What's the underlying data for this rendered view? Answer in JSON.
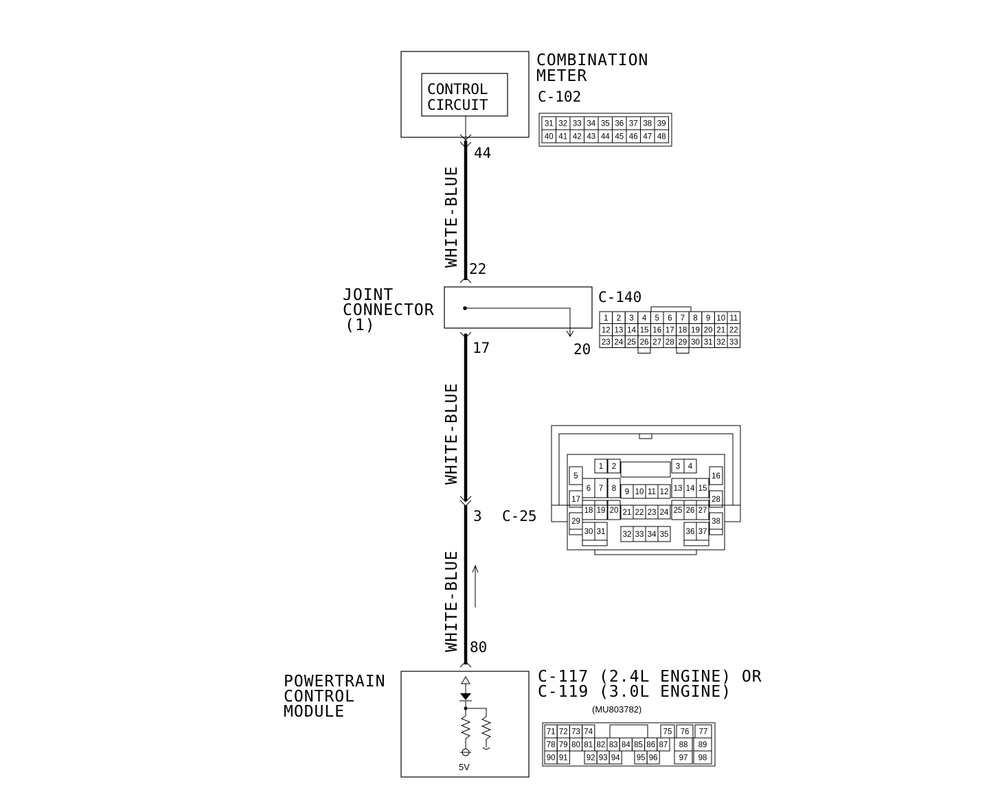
{
  "combination_meter": {
    "title_line1": "COMBINATION",
    "title_line2": "METER",
    "connector": "C-102",
    "inner_line1": "CONTROL",
    "inner_line2": "CIRCUIT",
    "pins_row1": [
      "31",
      "32",
      "33",
      "34",
      "35",
      "36",
      "37",
      "38",
      "39"
    ],
    "pins_row2": [
      "40",
      "41",
      "42",
      "43",
      "44",
      "45",
      "46",
      "47",
      "48"
    ]
  },
  "joint_connector": {
    "title_line1": "JOINT",
    "title_line2": "CONNECTOR",
    "title_line3": "(1)",
    "connector": "C-140",
    "pins_row1": [
      "1",
      "2",
      "3",
      "4",
      "5",
      "6",
      "7",
      "8",
      "9",
      "10",
      "11"
    ],
    "pins_row2": [
      "12",
      "13",
      "14",
      "15",
      "16",
      "17",
      "18",
      "19",
      "20",
      "21",
      "22"
    ],
    "pins_row3": [
      "23",
      "24",
      "25",
      "26",
      "27",
      "28",
      "29",
      "30",
      "31",
      "32",
      "33"
    ]
  },
  "wires": {
    "segment1_color": "WHITE-BLUE",
    "segment2_color": "WHITE-BLUE",
    "segment3_color": "WHITE-BLUE"
  },
  "pins": {
    "p44": "44",
    "p22": "22",
    "p17": "17",
    "p20": "20",
    "p3": "3",
    "p80": "80"
  },
  "intermediate_connector": {
    "connector": "C-25",
    "pins": [
      "1",
      "2",
      "3",
      "4",
      "5",
      "6",
      "7",
      "8",
      "9",
      "10",
      "11",
      "12",
      "13",
      "14",
      "15",
      "16",
      "17",
      "18",
      "19",
      "20",
      "21",
      "22",
      "23",
      "24",
      "25",
      "26",
      "27",
      "28",
      "29",
      "30",
      "31",
      "32",
      "33",
      "34",
      "35",
      "36",
      "37",
      "38"
    ]
  },
  "pcm": {
    "title_line1": "POWERTRAIN",
    "title_line2": "CONTROL",
    "title_line3": "MODULE",
    "connector_line1": "C-117 (2.4L ENGINE) OR",
    "connector_line2": "C-119 (3.0L ENGINE)",
    "part_number": "(MU803782)",
    "voltage": "5V",
    "pins_row1": [
      "71",
      "72",
      "73",
      "74",
      "75",
      "76",
      "77"
    ],
    "pins_row2": [
      "78",
      "79",
      "80",
      "81",
      "82",
      "83",
      "84",
      "85",
      "86",
      "87",
      "88",
      "89"
    ],
    "pins_row3": [
      "90",
      "91",
      "92",
      "93",
      "94",
      "95",
      "96",
      "97",
      "98"
    ]
  }
}
